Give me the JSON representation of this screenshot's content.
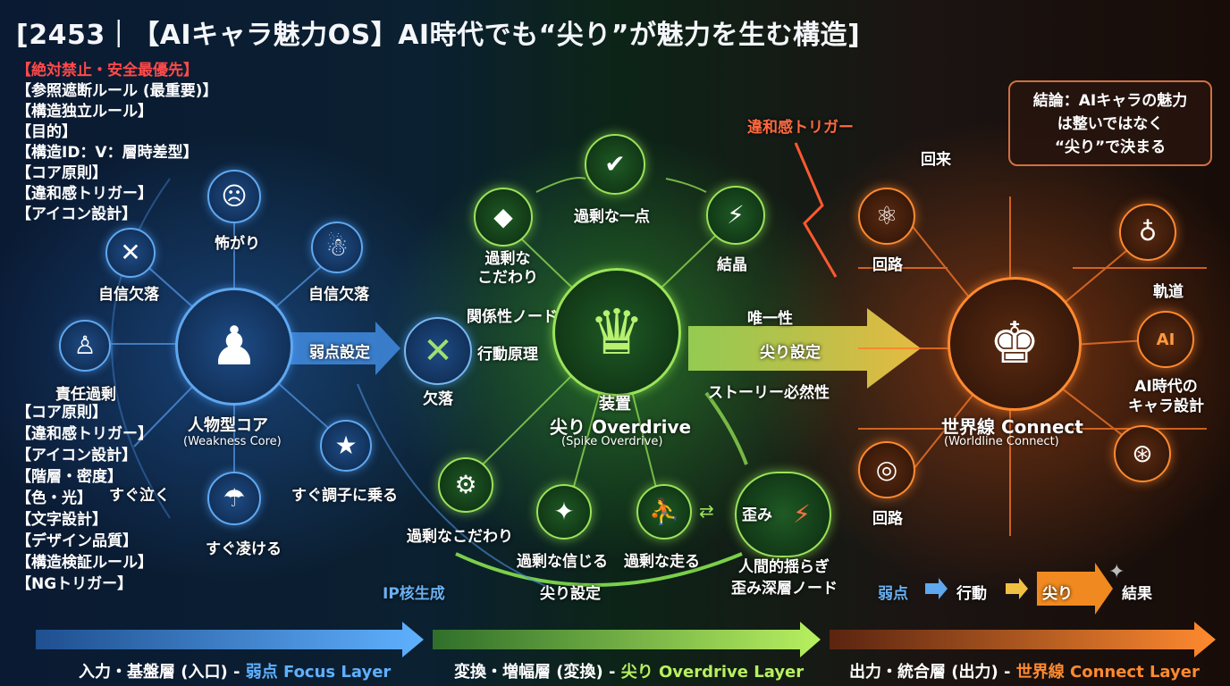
{
  "title": "[2453｜【AIキャラ魅力OS】AI時代でも“尖り”が魅力を生む構造]",
  "left_rules": {
    "top_red": "【絶対禁止・安全最優先】",
    "items": [
      "【参照遮断ルール (最重要)】",
      "【構造独立ルール】",
      "【目的】",
      "【構造ID：V：層時差型】",
      "【コア原則】",
      "【違和感トリガー】",
      "【アイコン設計】"
    ]
  },
  "left_rules2": {
    "items": [
      "【コア原則】",
      "【違和感トリガー】",
      "【アイコン設計】",
      "【階層・密度】",
      "【色・光】",
      "【文字設計】",
      "【デザイン品質】",
      "【構造検証ルール】",
      "【NGトリガー】"
    ]
  },
  "blue": {
    "core_title": "人物型コア",
    "core_sub": "(Weakness Core)",
    "n_top": "怖がり",
    "n_topleft": "自信欠落",
    "n_topright": "自信欠落",
    "n_left": "責任過剰",
    "n_botleft": "すぐ泣く",
    "n_bot": "すぐ凌ける",
    "n_botright": "すぐ調子に乗る",
    "arrow_label": "弱点設定",
    "x_label": "欠落"
  },
  "green": {
    "core_title": "装置",
    "core_sub1": "尖り Overdrive",
    "core_sub2": "(Spike Overdrive)",
    "n_top": "過剰な一点",
    "n_left": "過剰な\nこだわり",
    "n_right": "結晶",
    "rel_node": "関係性ノード",
    "action": "行動原理",
    "n_bl": "過剰なこだわり",
    "n_bm": "過剰な信じる",
    "n_br": "過剰な走る",
    "distort": "歪み",
    "distort_label1": "人間的揺らぎ",
    "distort_label2": "歪み深層ノード",
    "uniq": "唯一性",
    "spike_set": "尖り設定",
    "story": "ストーリー必然性",
    "ip": "IP核生成",
    "spike_set2": "尖り設定"
  },
  "orange": {
    "trigger": "違和感トリガー",
    "callout": [
      "結論：AIキャラの魅力",
      "は整いではなく",
      "“尖り”で決まる"
    ],
    "kaiki": "回来",
    "circuit1": "回路",
    "circuit2": "回路",
    "orbit": "軌道",
    "ai_design": "AI時代の\nキャラ設計",
    "core_title": "世界線 Connect",
    "core_sub": "(Worldline Connect)",
    "flow": [
      "弱点",
      "行動",
      "尖り",
      "結果"
    ]
  },
  "footer": {
    "l1a": "入力・基盤層 (入口) - ",
    "l1b": "弱点 Focus Layer",
    "l2a": "変換・増幅層 (変換) - ",
    "l2b": "尖り Overdrive Layer",
    "l3a": "出力・統合層 (出力) - ",
    "l3b": "世界線 Connect Layer"
  },
  "colors": {
    "blue": "#5fa8f0",
    "green": "#9be35a",
    "orange": "#ff8a30",
    "red": "#ff4a4a"
  }
}
